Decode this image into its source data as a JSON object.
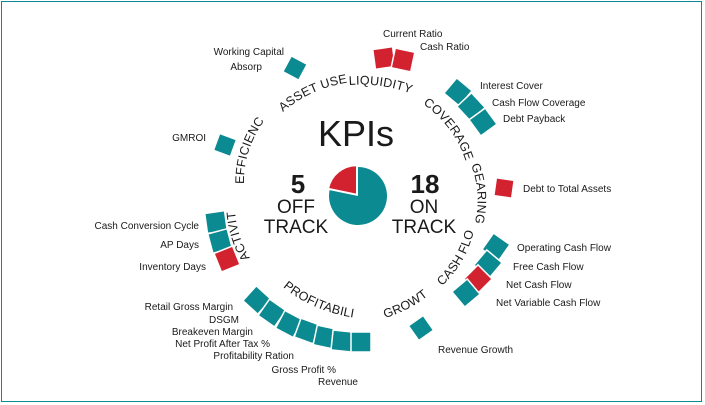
{
  "title": "KPIs",
  "summary": {
    "off_track": {
      "count": "5",
      "line1": "OFF",
      "line2": "TRACK"
    },
    "on_track": {
      "count": "18",
      "line1": "ON",
      "line2": "TRACK"
    }
  },
  "pie": {
    "off_track_value": 5,
    "on_track_value": 18
  },
  "colors": {
    "on_track": "#0c8a91",
    "off_track": "#d3222f",
    "border": "#0c8a91"
  },
  "categories": {
    "liquidity": "LIQUIDITY",
    "coverage": "COVERAGE",
    "gearing": "GEARING",
    "cashflow": "CASH FLOW",
    "growth": "GROWTH",
    "profitability": "PROFITABILITY",
    "activity": "ACTIVITY",
    "efficiency": "EFFICIENCY",
    "asset_useage": "ASSET USEAGE"
  },
  "kpis": {
    "current_ratio": {
      "label": "Current Ratio",
      "status": "off"
    },
    "cash_ratio": {
      "label": "Cash Ratio",
      "status": "off"
    },
    "interest_cover": {
      "label": "Interest Cover",
      "status": "on"
    },
    "cash_flow_coverage": {
      "label": "Cash Flow Coverage",
      "status": "on"
    },
    "debt_payback": {
      "label": "Debt Payback",
      "status": "on"
    },
    "debt_to_total_assets": {
      "label": "Debt to Total Assets",
      "status": "off"
    },
    "operating_cash_flow": {
      "label": "Operating Cash Flow",
      "status": "on"
    },
    "free_cash_flow": {
      "label": "Free Cash Flow",
      "status": "on"
    },
    "net_cash_flow": {
      "label": "Net Cash Flow",
      "status": "off"
    },
    "net_variable_cash_flow": {
      "label": "Net Variable Cash Flow",
      "status": "on"
    },
    "revenue_growth": {
      "label": "Revenue Growth",
      "status": "on"
    },
    "retail_gross_margin": {
      "label": "Retail Gross Margin",
      "status": "on"
    },
    "dsgm": {
      "label": "DSGM",
      "status": "on"
    },
    "breakeven_margin": {
      "label": "Breakeven Margin",
      "status": "on"
    },
    "net_profit_after_tax": {
      "label": "Net Profit After Tax %",
      "status": "on"
    },
    "profitability_ration": {
      "label": "Profitability Ration",
      "status": "on"
    },
    "gross_profit": {
      "label": "Gross Profit %",
      "status": "on"
    },
    "revenue": {
      "label": "Revenue",
      "status": "on"
    },
    "cash_conversion_cycle": {
      "label": "Cash Conversion Cycle",
      "status": "on"
    },
    "ap_days": {
      "label": "AP Days",
      "status": "on"
    },
    "inventory_days": {
      "label": "Inventory Days",
      "status": "off"
    },
    "gmroi": {
      "label": "GMROI",
      "status": "on"
    },
    "working_capital_absorp": {
      "label": "Working Capital",
      "label2": "Absorp",
      "status": "on"
    }
  }
}
